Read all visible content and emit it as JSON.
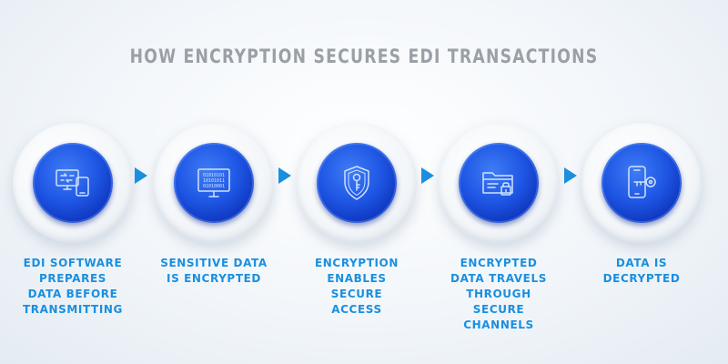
{
  "title": "HOW ENCRYPTION SECURES EDI TRANSACTIONS",
  "accent_color": "#1a8fe0",
  "steps": [
    {
      "icon": "computer-transfer-icon",
      "lines": [
        "EDI SOFTWARE",
        "PREPARES",
        "DATA BEFORE",
        "TRANSMITTING"
      ]
    },
    {
      "icon": "binary-monitor-icon",
      "lines": [
        "SENSITIVE DATA",
        "IS ENCRYPTED"
      ],
      "binary": [
        "01010101",
        "10101011",
        "01010001"
      ]
    },
    {
      "icon": "shield-key-icon",
      "lines": [
        "ENCRYPTION",
        "ENABLES",
        "SECURE",
        "ACCESS"
      ]
    },
    {
      "icon": "locked-folder-icon",
      "lines": [
        "ENCRYPTED",
        "DATA TRAVELS",
        "THROUGH",
        "SECURE",
        "CHANNELS"
      ]
    },
    {
      "icon": "phone-key-icon",
      "lines": [
        "DATA IS",
        "DECRYPTED"
      ]
    }
  ]
}
